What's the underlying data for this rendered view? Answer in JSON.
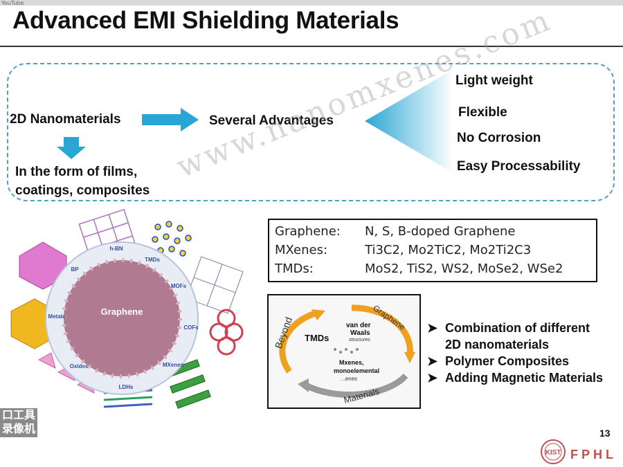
{
  "browser": {
    "badge": "YouTube"
  },
  "slide": {
    "title": "Advanced EMI Shielding Materials",
    "flow": {
      "source": "2D Nanomaterials",
      "target": "Several Advantages",
      "forms_line1": "In the form of films,",
      "forms_line2": "coatings, composites"
    },
    "advantages": [
      "Light weight",
      "Flexible",
      "No Corrosion",
      "Easy Processability"
    ],
    "materials": [
      {
        "label": "Graphene:",
        "value": "N, S, B-doped Graphene"
      },
      {
        "label": "MXenes:",
        "value": "Ti3C2, Mo2TiC2, Mo2Ti2C3"
      },
      {
        "label": "TMDs:",
        "value": "MoS2, TiS2, WS2, MoSe2, WSe2"
      }
    ],
    "wheel": {
      "center": "Graphene",
      "labels": [
        "h-BN",
        "TMDs",
        "MOFs",
        "COFs",
        "MXenes",
        "LDHs",
        "Oxides",
        "Metals",
        "BP"
      ]
    },
    "cycle_image": {
      "beyond": "Beyond",
      "graphene": "Graphene",
      "materials": "Materials",
      "tmds": "TMDs",
      "vdw_line1": "van der",
      "vdw_line2": "Waals",
      "vdw_line3": "structures",
      "mx_line1": "Mxenes,",
      "mx_line2": "monoelemental",
      "mx_line3": "...enes"
    },
    "bullets": [
      {
        "marker": "➤",
        "line1": "Combination of different",
        "line2": "2D nanomaterials"
      },
      {
        "marker": "➤",
        "line1": "Polymer Composites"
      },
      {
        "marker": "➤",
        "line1": "Adding Magnetic Materials"
      }
    ],
    "page_number": "13",
    "logo": "FPHL",
    "logo_seal": "KIST"
  },
  "overlay": {
    "watermark": "www.nanomxenes.com",
    "recorder_line1": "口工具",
    "recorder_line2": "录像机"
  },
  "colors": {
    "arrow": "#2aa6d4",
    "dashed_border": "#4aa3c4",
    "logo": "#c0504d"
  }
}
